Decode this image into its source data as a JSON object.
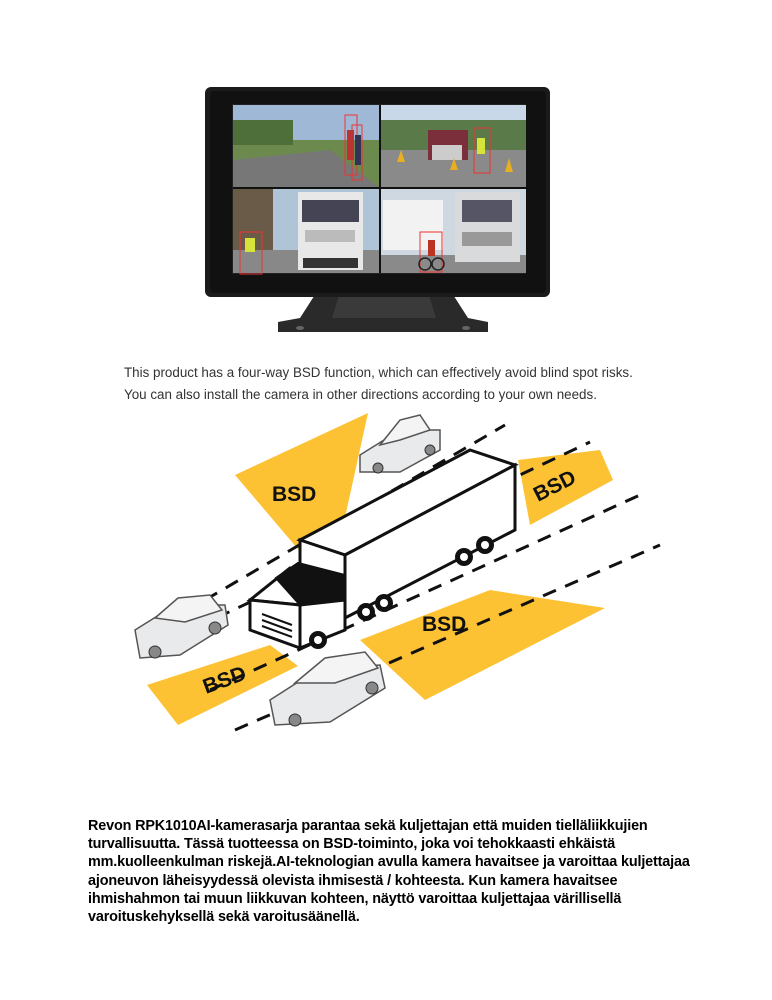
{
  "product_image": {
    "alt": "Monitor with four-way BSD camera view"
  },
  "caption": {
    "line1": "This product has a four-way BSD function, which can effectively avoid blind spot risks.",
    "line2": "You can also install the camera in other directions according to your own needs."
  },
  "diagram": {
    "zone_labels": [
      "BSD",
      "BSD",
      "BSD",
      "BSD"
    ]
  },
  "description": {
    "lines": [
      "Revon RPK1010AI-kamerasarja parantaa sekä kuljettajan että muiden tielläliikkujien",
      "turvallisuutta. Tässä tuotteessa on  BSD-toiminto, joka voi tehokkaasti ehkäistä",
      "mm.kuolleenkulman riskejä.AI-teknologian avulla kamera havaitsee ja varoittaa kuljettajaa",
      "ajoneuvon läheisyydessä olevista ihmisestä / kohteesta. Kun kamera havaitsee",
      "ihmishahmon tai muun liikkuvan kohteen, näyttö varoittaa kuljettajaa värillisellä",
      "varoituskehyksellä sekä varoitusäänellä."
    ]
  }
}
